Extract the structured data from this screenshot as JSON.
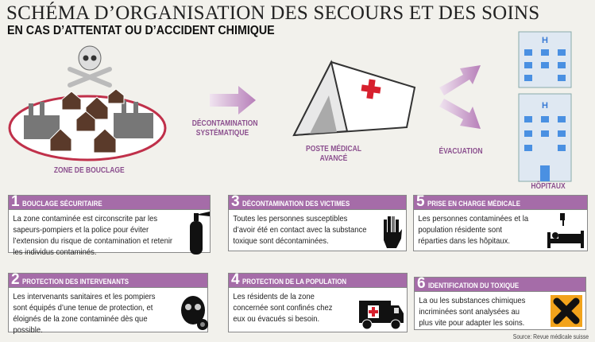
{
  "header": {
    "title": "SCHÉMA D’ORGANISATION DES SECOURS ET DES SOINS",
    "subtitle": "EN CAS D’ATTENTAT OU D’ACCIDENT CHIMIQUE"
  },
  "diagram": {
    "zone": "ZONE DE BOUCLAGE",
    "decontamination": [
      "DÉCONTAMINATION",
      "SYSTÉMATIQUE"
    ],
    "poste": [
      "POSTE MÉDICAL",
      "AVANCÉ"
    ],
    "evacuation": "ÉVACUATION",
    "hopitaux": "HÔPITAUX"
  },
  "steps": [
    {
      "num": "1",
      "title": "BOUCLAGE SÉCURITAIRE",
      "text": "La zone contaminée est circonscrite par les sapeurs-pompiers et la police pour éviter l’extension du risque de contamination et retenir les individus contaminés.",
      "icon": "fire-extinguisher-icon"
    },
    {
      "num": "2",
      "title": "PROTECTION DES INTERVENANTS",
      "text": "Les intervenants sanitaires et les pompiers sont équipés d’une tenue de protection, et éloignés de la zone contaminée dès que possible.",
      "icon": "gas-mask-icon"
    },
    {
      "num": "3",
      "title": "DÉCONTAMINATION DES VICTIMES",
      "text": "Toutes les personnes susceptibles d’avoir été en contact avec la substance toxique sont décontaminées.",
      "icon": "hand-icon"
    },
    {
      "num": "4",
      "title": "PROTECTION DE LA POPULATION",
      "text": "Les résidents de la zone concernée sont confinés chez eux ou évacués si besoin.",
      "icon": "ambulance-icon"
    },
    {
      "num": "5",
      "title": "PRISE EN CHARGE MÉDICALE",
      "text": "Les personnes contaminées et la population résidente sont réparties dans les hôpitaux.",
      "icon": "hospital-bed-icon"
    },
    {
      "num": "6",
      "title": "IDENTIFICATION DU TOXIQUE",
      "text": "La ou les substances chimiques incriminées sont analysées au plus vite pour adapter les soins.",
      "icon": "hazard-x-icon"
    }
  ],
  "source": "Source: Revue médicale suisse",
  "colors": {
    "purple": "#a56ca8",
    "red": "#d7202e",
    "ellipse": "#c0304a",
    "hazard": "#f2a31b"
  }
}
